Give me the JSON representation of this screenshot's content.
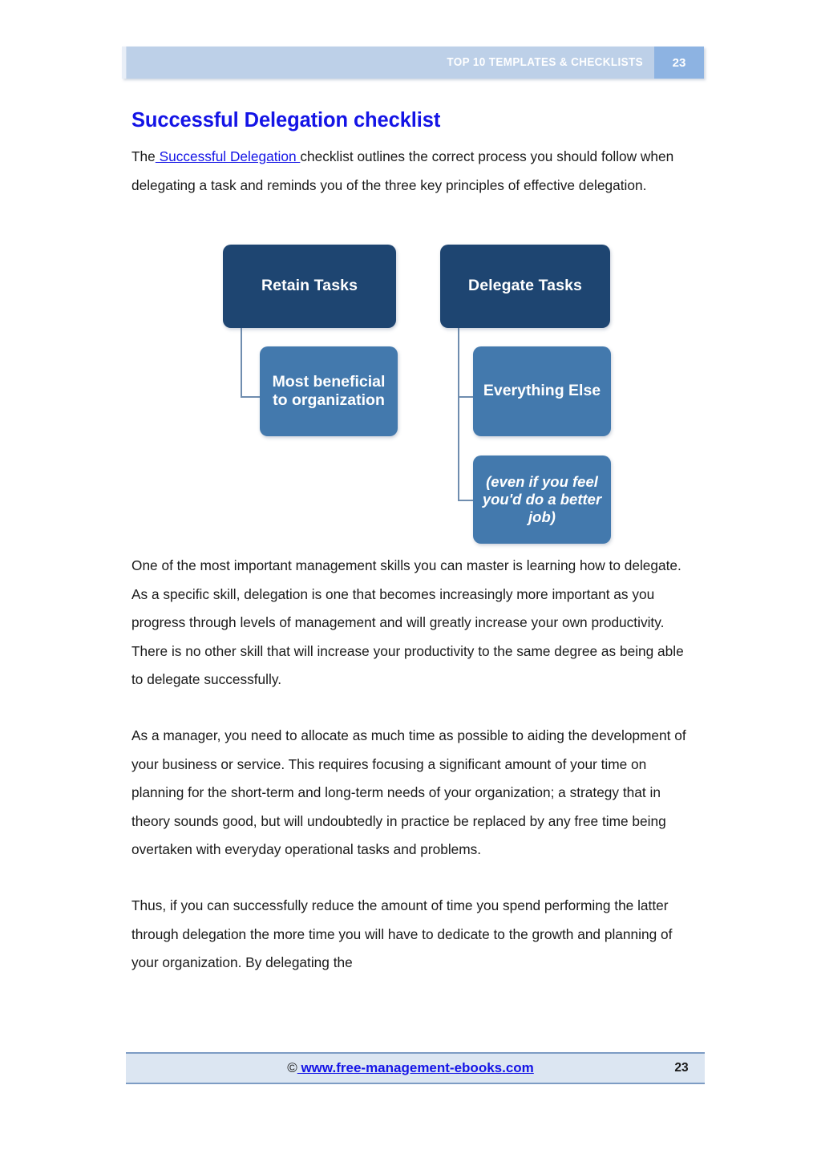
{
  "header": {
    "title": "TOP 10 TEMPLATES & CHECKLISTS",
    "page_number": "23",
    "band_color": "#bdd0e8",
    "badge_color": "#8db3e2"
  },
  "document": {
    "title": "Successful Delegation checklist",
    "title_color": "#1414e6",
    "intro": {
      "before_link": "The",
      "link_text": " Successful Delegation ",
      "after_link": "checklist outlines the correct process you should follow when delegating a task and reminds you of the three key principles of effective delegation."
    },
    "paragraphs": [
      "One of the most important management skills you can master is learning how to delegate. As a specific skill, delegation is one that becomes increasingly more important as you progress through levels of management and will greatly increase your own productivity. There is no other skill that will increase your productivity to the same degree as being able to delegate successfully.",
      "As a manager, you need to allocate as much time as possible to aiding the development of your business or service. This requires focusing a significant amount of your time on planning for the short-term and long-term needs of your organization; a strategy that in theory sounds good, but will undoubtedly in practice be replaced by any free time being overtaken with everyday operational tasks and problems.",
      "Thus, if you can successfully reduce the amount of time you spend performing the latter through delegation the more time you will have to dedicate to the growth and planning of your organization. By delegating the"
    ]
  },
  "diagram": {
    "dark_color": "#1e4571",
    "light_color": "#4379ad",
    "connector_color": "#6f8daf",
    "boxes": {
      "retain": "Retain Tasks",
      "most_beneficial": "Most beneficial to organization",
      "delegate": "Delegate Tasks",
      "everything_else": "Everything Else",
      "even_if": "(even if you feel you'd do a better job)"
    }
  },
  "footer": {
    "copyright_symbol": "©",
    "link_text": " www.free-management-ebooks.com",
    "page_number": "23",
    "band_color": "#dce6f2",
    "border_color": "#7d9cc4"
  }
}
